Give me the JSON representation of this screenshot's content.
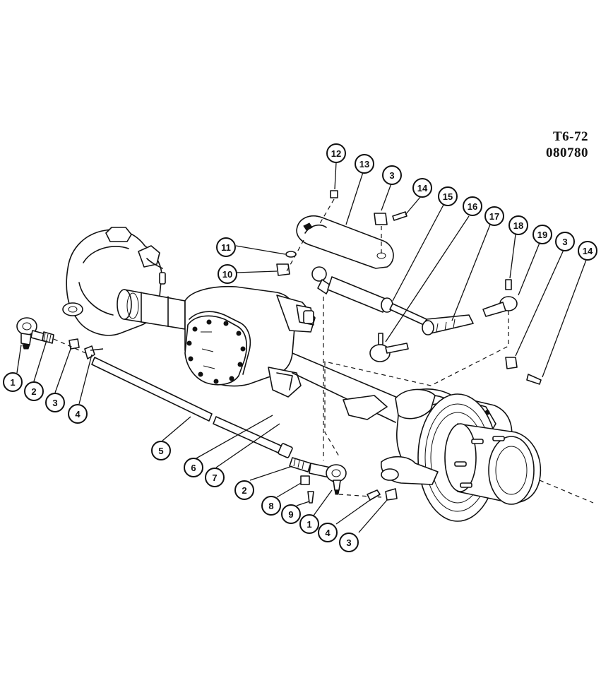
{
  "figure": {
    "reference_code": "T6-72",
    "reference_date": "080780"
  },
  "callouts": [
    {
      "id": "c1a",
      "label": "1"
    },
    {
      "id": "c2a",
      "label": "2"
    },
    {
      "id": "c3a",
      "label": "3"
    },
    {
      "id": "c4a",
      "label": "4"
    },
    {
      "id": "c5",
      "label": "5"
    },
    {
      "id": "c6",
      "label": "6"
    },
    {
      "id": "c7",
      "label": "7"
    },
    {
      "id": "c2b",
      "label": "2"
    },
    {
      "id": "c8",
      "label": "8"
    },
    {
      "id": "c9",
      "label": "9"
    },
    {
      "id": "c1b",
      "label": "1"
    },
    {
      "id": "c4b",
      "label": "4"
    },
    {
      "id": "c3b",
      "label": "3"
    },
    {
      "id": "c10",
      "label": "10"
    },
    {
      "id": "c11",
      "label": "11"
    },
    {
      "id": "c12",
      "label": "12"
    },
    {
      "id": "c13",
      "label": "13"
    },
    {
      "id": "c3c",
      "label": "3"
    },
    {
      "id": "c14a",
      "label": "14"
    },
    {
      "id": "c15",
      "label": "15"
    },
    {
      "id": "c16",
      "label": "16"
    },
    {
      "id": "c17",
      "label": "17"
    },
    {
      "id": "c18",
      "label": "18"
    },
    {
      "id": "c19",
      "label": "19"
    },
    {
      "id": "c3d",
      "label": "3"
    },
    {
      "id": "c14b",
      "label": "14"
    }
  ]
}
